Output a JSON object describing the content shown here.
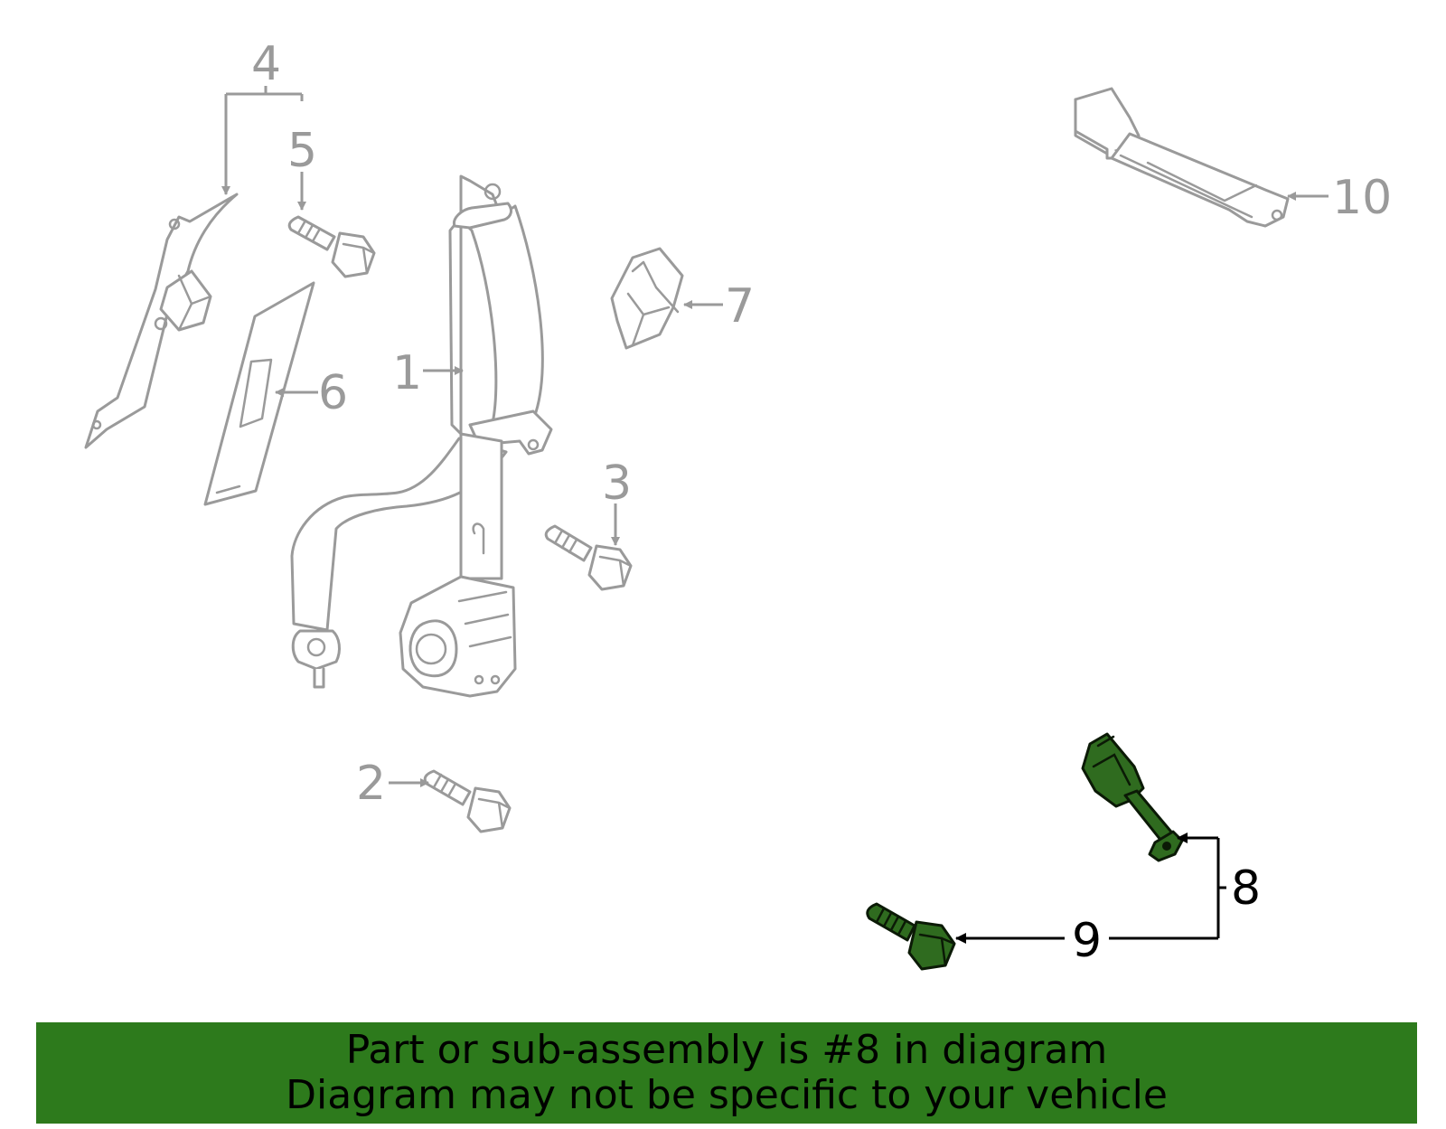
{
  "diagram": {
    "callouts": {
      "c1": "1",
      "c2": "2",
      "c3": "3",
      "c4": "4",
      "c5": "5",
      "c6": "6",
      "c7": "7",
      "c8": "8",
      "c9": "9",
      "c10": "10"
    },
    "highlighted_part": "8",
    "colors": {
      "part_outline": "#9a9a9a",
      "highlight_fill": "#2f6b1f",
      "banner_background": "#2d7a1c"
    }
  },
  "banner": {
    "line1": "Part or sub-assembly is #8 in diagram",
    "line2": "Diagram may not be specific to your vehicle"
  }
}
